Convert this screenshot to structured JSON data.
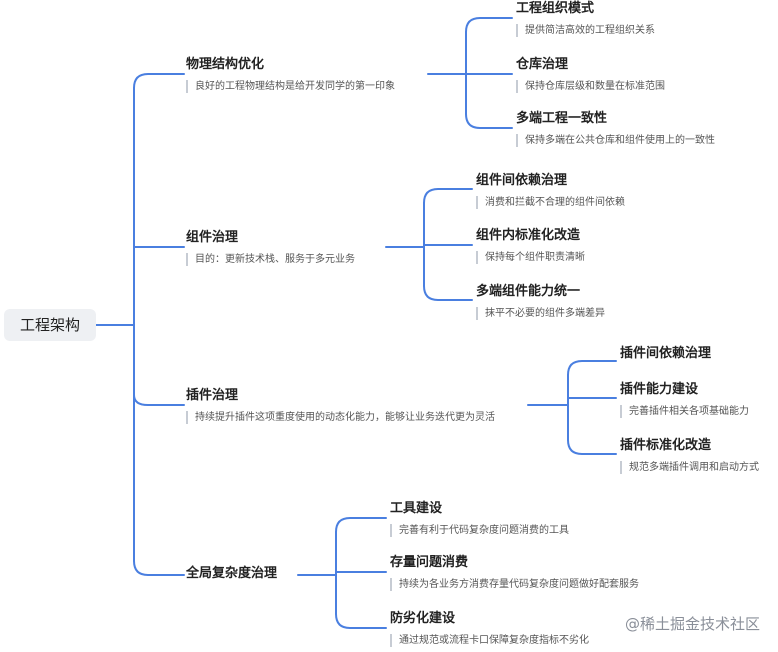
{
  "root": {
    "label": "工程架构"
  },
  "branches": [
    {
      "title": "物理结构优化",
      "desc": "良好的工程物理结构是给开发同学的第一印象",
      "children": [
        {
          "title": "工程组织模式",
          "desc": "提供简洁高效的工程组织关系"
        },
        {
          "title": "仓库治理",
          "desc": "保持仓库层级和数量在标准范围"
        },
        {
          "title": "多端工程一致性",
          "desc": "保持多端在公共仓库和组件使用上的一致性"
        }
      ]
    },
    {
      "title": "组件治理",
      "desc": "目的：更新技术栈、服务于多元业务",
      "children": [
        {
          "title": "组件间依赖治理",
          "desc": "消费和拦截不合理的组件间依赖"
        },
        {
          "title": "组件内标准化改造",
          "desc": "保持每个组件职责清晰"
        },
        {
          "title": "多端组件能力统一",
          "desc": "抹平不必要的组件多端差异"
        }
      ]
    },
    {
      "title": "插件治理",
      "desc": "持续提升插件这项重度使用的动态化能力，能够让业务迭代更为灵活",
      "children": [
        {
          "title": "插件间依赖治理",
          "desc": ""
        },
        {
          "title": "插件能力建设",
          "desc": "完善插件相关各项基础能力"
        },
        {
          "title": "插件标准化改造",
          "desc": "规范多端插件调用和启动方式"
        }
      ]
    },
    {
      "title": "全局复杂度治理",
      "desc": "",
      "children": [
        {
          "title": "工具建设",
          "desc": "完善有利于代码复杂度问题消费的工具"
        },
        {
          "title": "存量问题消费",
          "desc": "持续为各业务方消费存量代码复杂度问题做好配套服务"
        },
        {
          "title": "防劣化建设",
          "desc": "通过规范或流程卡口保障复杂度指标不劣化"
        }
      ]
    }
  ],
  "watermark": "@稀土掘金技术社区",
  "colors": {
    "line": "#4a7fe0",
    "root_bg": "#eef0f3",
    "desc_bar": "#c7ccd4"
  }
}
